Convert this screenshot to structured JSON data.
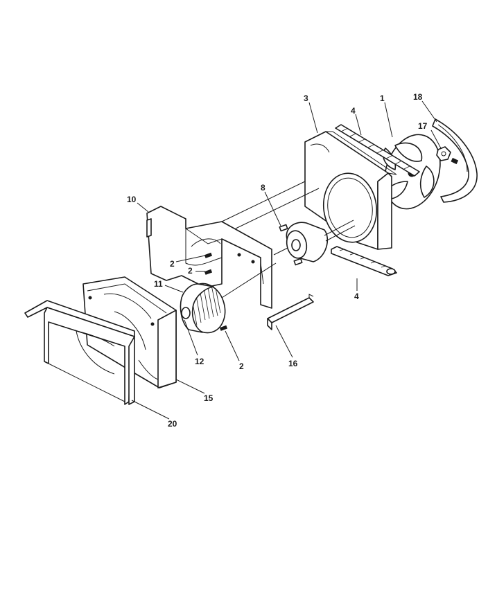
{
  "callouts": {
    "c1": "1",
    "c2a": "2",
    "c2b": "2",
    "c2c": "2",
    "c3": "3",
    "c4a": "4",
    "c4b": "4",
    "c8": "8",
    "c10": "10",
    "c11": "11",
    "c12": "12",
    "c15": "15",
    "c16": "16",
    "c17": "17",
    "c18": "18",
    "c20": "20"
  }
}
